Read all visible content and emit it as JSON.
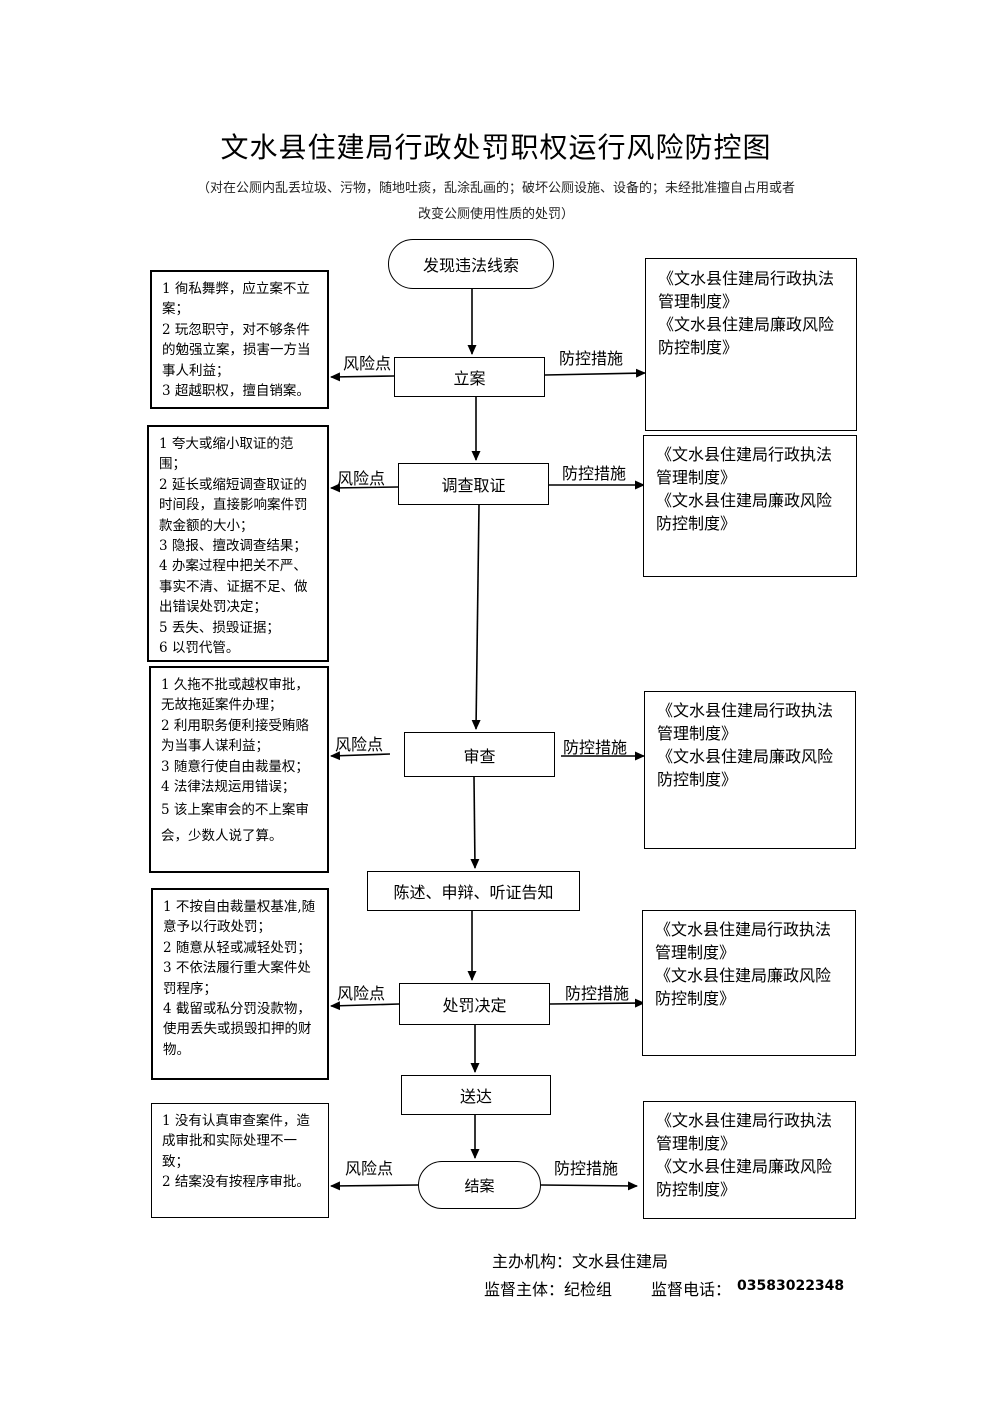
{
  "title": "文水县住建局行政处罚职权运行风险防控图",
  "subtitle_line1": "（对在公厕内乱丢垃圾、污物，随地吐痰，乱涂乱画的；破坏公厕设施、设备的；未经批准擅自占用或者",
  "subtitle_line2": "改变公厕使用性质的处罚）",
  "labels": {
    "risk": "风险点",
    "control": "防控措施"
  },
  "steps": [
    "发现违法线索",
    "立案",
    "调查取证",
    "审查",
    "陈述、申辩、听证告知",
    "处罚决定",
    "送达",
    "结案"
  ],
  "risks": [
    [
      "1 徇私舞弊，应立案不立案；",
      "2 玩忽职守，对不够条件的勉强立案，损害一方当事人利益；",
      "3 超越职权，擅自销案。"
    ],
    [
      "1 夸大或缩小取证的范围；",
      "2 延长或缩短调查取证的时间段，直接影响案件罚款金额的大小；",
      "3 隐报、擅改调查结果；",
      "4 办案过程中把关不严、事实不清、证据不足、做出错误处罚决定；",
      "5 丢失、损毁证据；",
      "6 以罚代管。"
    ],
    [
      "1 久拖不批或越权审批，无故拖延案件办理；",
      "2 利用职务便利接受贿赂为当事人谋利益；",
      "3 随意行使自由裁量权；",
      "4 法律法规运用错误；",
      "5 该上案审会的不上案审会，少数人说了算。"
    ],
    [
      "1 不按自由裁量权基准,随意予以行政处罚；",
      "2 随意从轻或减轻处罚；",
      "3 不依法履行重大案件处罚程序；",
      "4 截留或私分罚没款物，使用丢失或损毁扣押的财物。"
    ],
    [
      "1 没有认真审查案件，造成审批和实际处理不一致；",
      "2 结案没有按程序审批。"
    ]
  ],
  "controls": [
    [
      "《文水县住建局行政执法管理制度》",
      "《文水县住建局廉政风险防控制度》"
    ],
    [
      "《文水县住建局行政执法管理制度》",
      "《文水县住建局廉政风险防控制度》"
    ],
    [
      "《文水县住建局行政执法管理制度》",
      "《文水县住建局廉政风险防控制度》"
    ],
    [
      "《文水县住建局行政执法管理制度》",
      "《文水县住建局廉政风险防控制度》"
    ],
    [
      "《文水县住建局行政执法管理制度》",
      "《文水县住建局廉政风险防控制度》"
    ]
  ],
  "footer": {
    "org": "主办机构：文水县住建局",
    "supervisor": "监督主体：纪检组",
    "phone_label": "监督电话：",
    "phone": "03583022348"
  }
}
